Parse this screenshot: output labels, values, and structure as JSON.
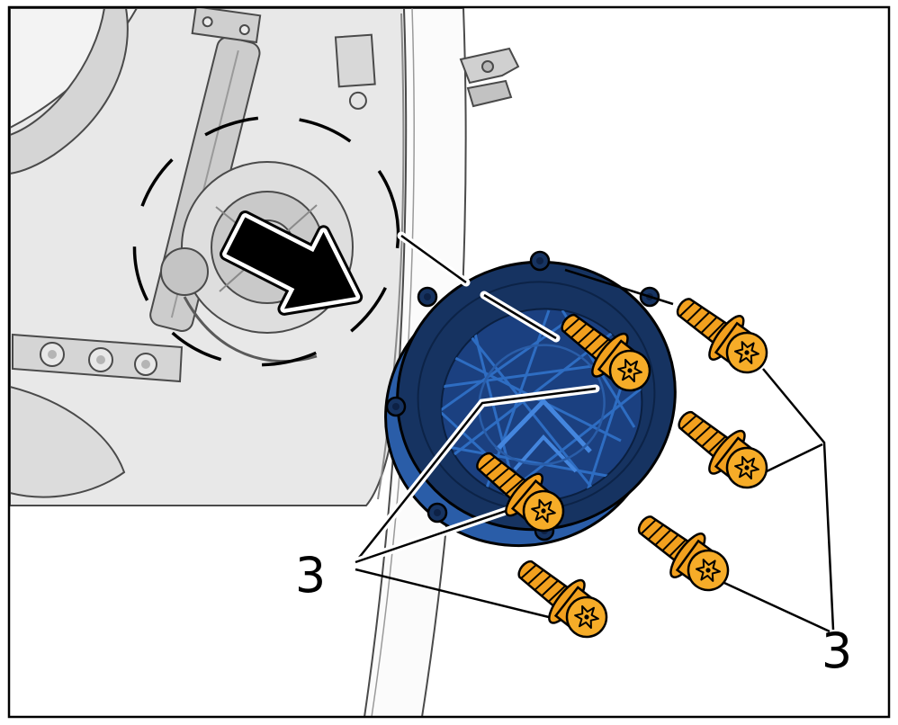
{
  "figure": {
    "description": "Exploded-view technical illustration of a car door loudspeaker being installed into the door inner panel, fastened with six screws",
    "callouts": {
      "left": {
        "label": "3"
      },
      "right": {
        "label": "3"
      }
    },
    "elements": {
      "screw_count": 6
    },
    "icons": {
      "direction_arrow": "solid black arrow with white halo pointing to speaker opening"
    },
    "colors": {
      "background": "#ffffff",
      "frame_border": "#000000",
      "door_gray": "#e8e8e8",
      "door_outline": "#4a4a4a",
      "speaker_dark_blue": "#163361",
      "speaker_mid_blue": "#1b4080",
      "speaker_light_blue": "#2e6dc2",
      "screw_orange": "#f2a01e",
      "callout_line": "#000000"
    }
  }
}
